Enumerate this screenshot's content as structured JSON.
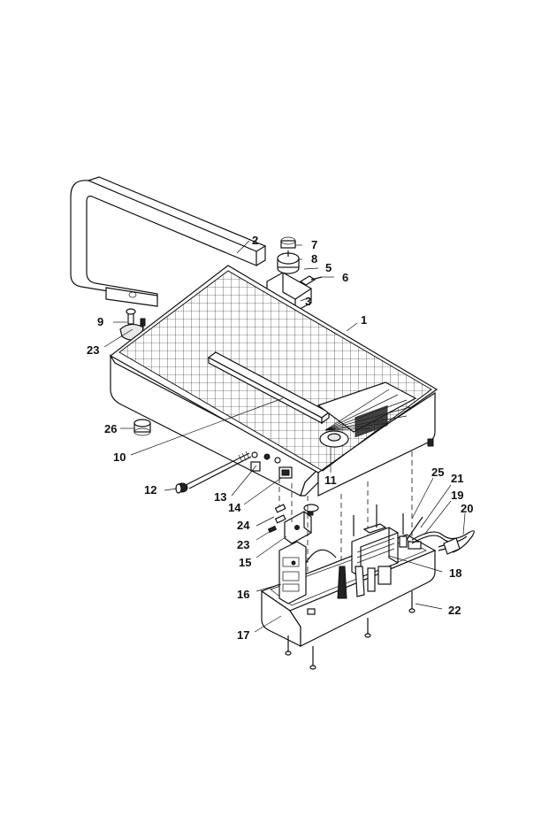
{
  "diagram": {
    "labels": [
      {
        "id": "p2",
        "text": "2"
      },
      {
        "id": "p7",
        "text": "7"
      },
      {
        "id": "p8",
        "text": "8"
      },
      {
        "id": "p5",
        "text": "5"
      },
      {
        "id": "p6",
        "text": "6"
      },
      {
        "id": "p3",
        "text": "3"
      },
      {
        "id": "p1",
        "text": "1"
      },
      {
        "id": "p9",
        "text": "9"
      },
      {
        "id": "p23a",
        "text": "23"
      },
      {
        "id": "p26",
        "text": "26"
      },
      {
        "id": "p10",
        "text": "10"
      },
      {
        "id": "p11",
        "text": "11"
      },
      {
        "id": "p12",
        "text": "12"
      },
      {
        "id": "p13",
        "text": "13"
      },
      {
        "id": "p14",
        "text": "14"
      },
      {
        "id": "p25",
        "text": "25"
      },
      {
        "id": "p21",
        "text": "21"
      },
      {
        "id": "p19",
        "text": "19"
      },
      {
        "id": "p20",
        "text": "20"
      },
      {
        "id": "p24",
        "text": "24"
      },
      {
        "id": "p23b",
        "text": "23"
      },
      {
        "id": "p15",
        "text": "15"
      },
      {
        "id": "p18",
        "text": "18"
      },
      {
        "id": "p16",
        "text": "16"
      },
      {
        "id": "p22",
        "text": "22"
      },
      {
        "id": "p17",
        "text": "17"
      }
    ]
  }
}
